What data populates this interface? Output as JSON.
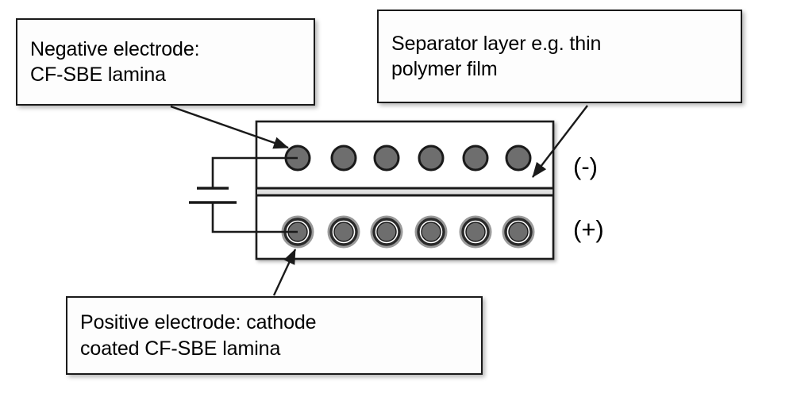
{
  "figure": {
    "type": "diagram",
    "subject": "structural battery cell cross-section",
    "background_color": "#ffffff",
    "outline_color": "#1a1a1a"
  },
  "callouts": [
    {
      "id": "negative-electrode",
      "line1": "Negative electrode:",
      "line2": "CF-SBE lamina",
      "points_to": "top-electrode-fiber"
    },
    {
      "id": "separator",
      "line1": "Separator layer e.g. thin",
      "line2": "polymer film",
      "points_to": "separator-layer"
    },
    {
      "id": "positive-electrode",
      "line1": "Positive electrode: cathode",
      "line2": "coated CF-SBE lamina",
      "points_to": "bottom-electrode-fiber"
    }
  ],
  "polarity": {
    "negative_label": "(-)",
    "positive_label": "(+)"
  },
  "cell": {
    "top_layer": {
      "name": "negative-electrode-layer",
      "fiber_count": 6,
      "fiber_fill": "#6e6e6e",
      "fiber_stroke": "#1a1a1a",
      "fiber_radius": 15
    },
    "bottom_layer": {
      "name": "positive-electrode-layer",
      "fiber_count": 6,
      "fiber_fill": "#6e6e6e",
      "fiber_stroke": "#1a1a1a",
      "coating_stroke": "#3a3a3a",
      "fiber_radius": 13,
      "coating_radius": 19
    },
    "separator": {
      "name": "separator-layer",
      "fill": "#dcdcdc",
      "stroke": "#1a1a1a"
    }
  },
  "circuit": {
    "name": "battery-symbol",
    "short_plate_label": "",
    "long_plate_label": "",
    "wire_color": "#1a1a1a"
  }
}
